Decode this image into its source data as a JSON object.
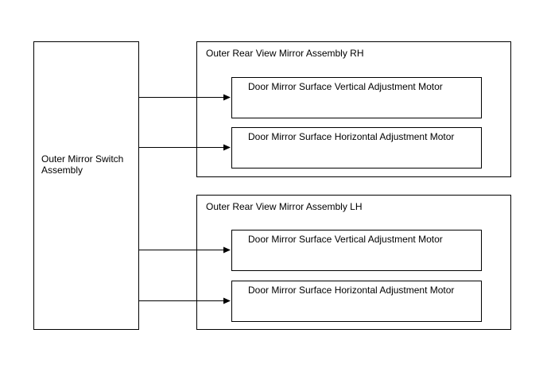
{
  "diagram": {
    "switch_box_label": "Outer Mirror Switch Assembly",
    "assemblies": [
      {
        "label": "Outer Rear View Mirror Assembly RH",
        "motors": [
          "Door Mirror Surface Vertical Adjustment Motor",
          "Door Mirror Surface Horizontal Adjustment Motor"
        ]
      },
      {
        "label": "Outer Rear View Mirror Assembly LH",
        "motors": [
          "Door Mirror Surface Vertical Adjustment Motor",
          "Door Mirror Surface Horizontal Adjustment Motor"
        ]
      }
    ],
    "line_color": "#000000"
  }
}
